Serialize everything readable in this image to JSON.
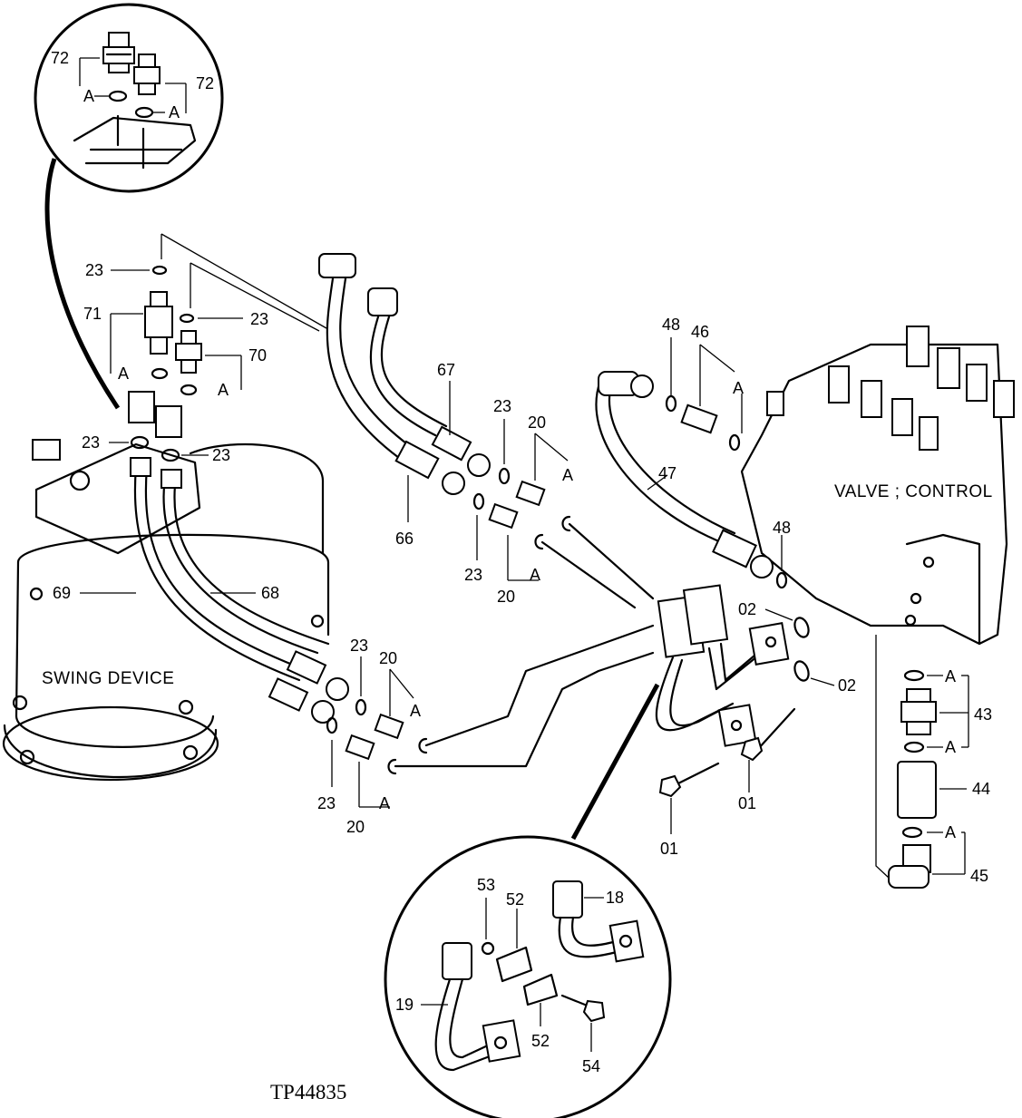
{
  "drawing": {
    "reference": "TP44835",
    "component_labels": {
      "control_valve": "VALVE ; CONTROL",
      "swing_device": "SWING DEVICE"
    }
  },
  "callouts": {
    "p01": "01",
    "p02": "02",
    "p18": "18",
    "p19": "19",
    "p20": "20",
    "p23": "23",
    "p43": "43",
    "p44": "44",
    "p45": "45",
    "p46": "46",
    "p47": "47",
    "p48": "48",
    "p52": "52",
    "p53": "53",
    "p54": "54",
    "p66": "66",
    "p67": "67",
    "p68": "68",
    "p69": "69",
    "p70": "70",
    "p71": "71",
    "p72": "72",
    "a": "A"
  }
}
